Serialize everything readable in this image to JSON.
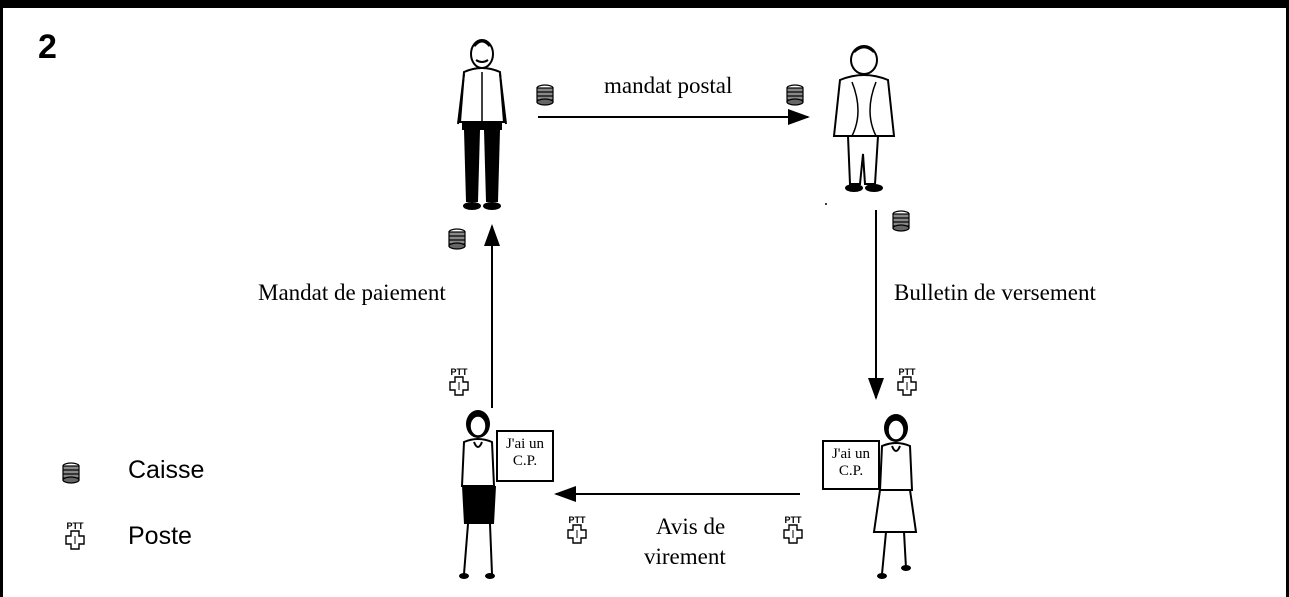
{
  "figure_number": "2",
  "flows": {
    "top": "mandat postal",
    "right": "Bulletin de versement",
    "left": "Mandat de paiement",
    "bottom_line1": "Avis de",
    "bottom_line2": "virement"
  },
  "signs": {
    "left": {
      "line1": "J'ai un",
      "line2": "C.P."
    },
    "right": {
      "line1": "J'ai un",
      "line2": "C.P."
    }
  },
  "legend": {
    "caisse": "Caisse",
    "poste": "Poste"
  },
  "icon_text": {
    "ptt": "PTT"
  }
}
